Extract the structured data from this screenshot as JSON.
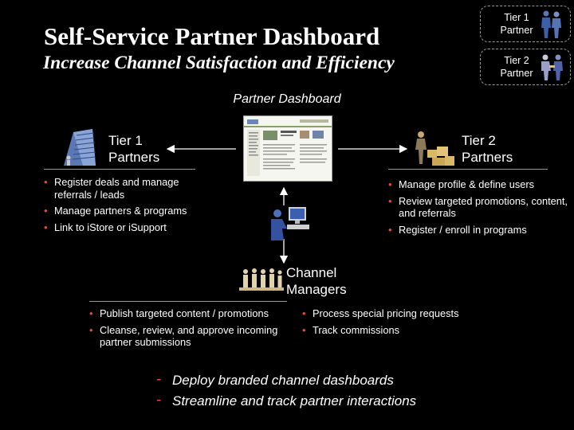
{
  "header": {
    "title": "Self-Service Partner Dashboard",
    "subtitle": "Increase Channel Satisfaction and Efficiency"
  },
  "corner_legend": [
    {
      "line1": "Tier 1",
      "line2": "Partner",
      "icon": "business-people-icon"
    },
    {
      "line1": "Tier 2",
      "line2": "Partner",
      "icon": "handshake-people-icon"
    }
  ],
  "center_label": "Partner Dashboard",
  "tier1": {
    "line1": "Tier 1",
    "line2": "Partners",
    "icon": "office-building-icon",
    "bullets": [
      "Register deals and manage referrals / leads",
      "Manage partners & programs",
      "Link to iStore or iSupport"
    ]
  },
  "tier2": {
    "line1": "Tier 2",
    "line2": "Partners",
    "icon": "warehouse-worker-icon",
    "bullets": [
      "Manage profile & define users",
      "Review targeted promotions, content, and referrals",
      "Register / enroll in programs"
    ]
  },
  "channel": {
    "line1": "Channel",
    "line2": "Managers",
    "icon": "computer-user-icon",
    "team_icon": "team-people-icon",
    "bullets_left": [
      "Publish targeted content / promotions",
      "Cleanse, review, and approve incoming partner submissions"
    ],
    "bullets_right": [
      "Process special pricing requests",
      "Track commissions"
    ]
  },
  "footer": [
    "Deploy branded channel dashboards",
    "Streamline and track partner interactions"
  ],
  "colors": {
    "background": "#000000",
    "text": "#ffffff",
    "bullet": "#e04a4a",
    "rule": "#9a9a9a"
  }
}
